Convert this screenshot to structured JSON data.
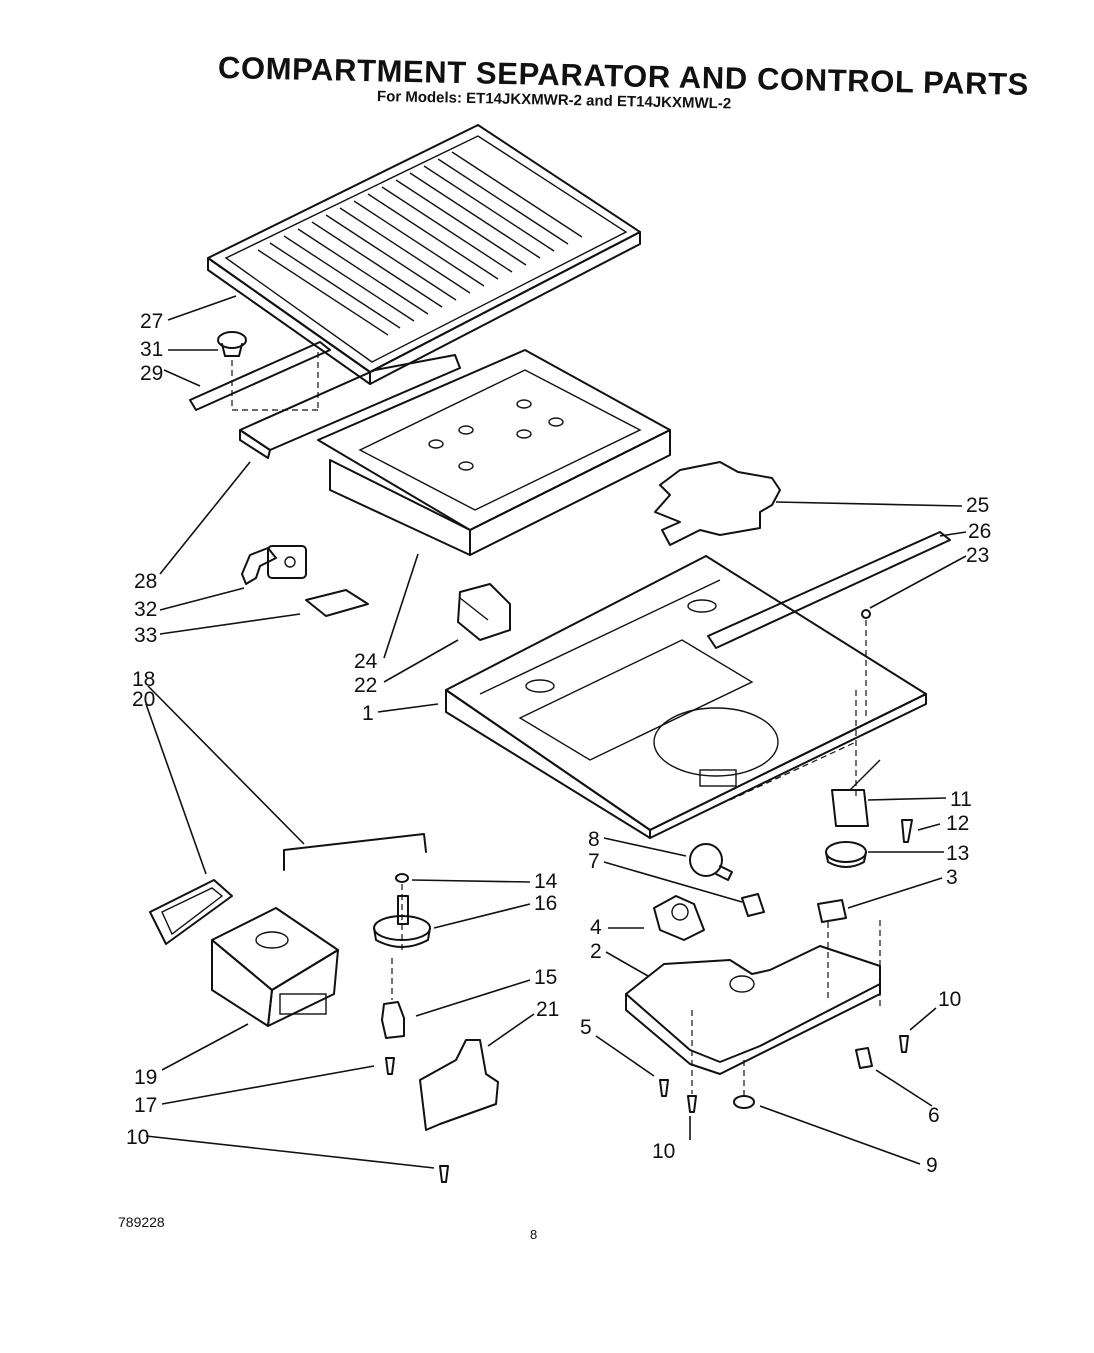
{
  "header": {
    "title": "COMPARTMENT SEPARATOR AND CONTROL PARTS",
    "subtitle": "For Models: ET14JKXMWR-2  and ET14JKXMWL-2"
  },
  "footer": {
    "doc_id": "789228",
    "page_number": "8"
  },
  "callouts": {
    "c27": "27",
    "c31": "31",
    "c29": "29",
    "c28": "28",
    "c32": "32",
    "c33": "33",
    "c24": "24",
    "c22": "22",
    "c1": "1",
    "c25": "25",
    "c26": "26",
    "c23": "23",
    "c18": "18",
    "c20": "20",
    "c19": "19",
    "c17": "17",
    "c10a": "10",
    "c14": "14",
    "c16": "16",
    "c15": "15",
    "c21": "21",
    "c8": "8",
    "c7": "7",
    "c4": "4",
    "c2": "2",
    "c5": "5",
    "c11": "11",
    "c12": "12",
    "c13": "13",
    "c3": "3",
    "c10b": "10",
    "c6": "6",
    "c10c": "10",
    "c9": "9"
  }
}
